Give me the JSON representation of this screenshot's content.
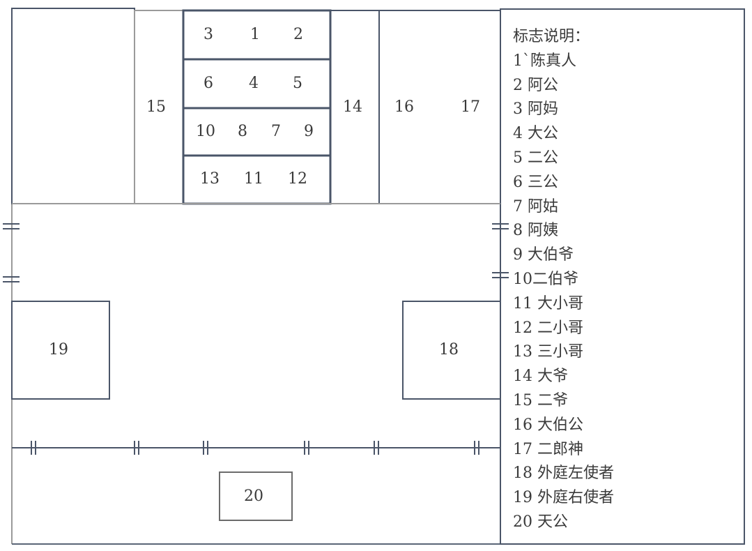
{
  "legend": {
    "title": "标志说明：",
    "items": [
      "1`陈真人",
      "2 阿公",
      "3 阿妈",
      "4 大公",
      "5 二公",
      "6 三公",
      "7 阿姑",
      "8 阿姨",
      "9 大伯爷",
      "10二伯爷",
      "11 大小哥",
      "12 二小哥",
      "13 三小哥",
      "14 大爷",
      "15 二爷",
      "16 大伯公",
      "17 二郎神",
      "18 外庭左使者",
      "19 外庭右使者",
      "20 天公"
    ]
  },
  "positions": {
    "p1": "1",
    "p2": "2",
    "p3": "3",
    "p4": "4",
    "p5": "5",
    "p6": "6",
    "p7": "7",
    "p8": "8",
    "p9": "9",
    "p10": "10",
    "p11": "11",
    "p12": "12",
    "p13": "13",
    "p14": "14",
    "p15": "15",
    "p16": "16",
    "p17": "17",
    "p18": "18",
    "p19": "19",
    "p20": "20"
  },
  "colors": {
    "wall_dark": "#4a5568",
    "wall_light": "#9a9a9a"
  }
}
